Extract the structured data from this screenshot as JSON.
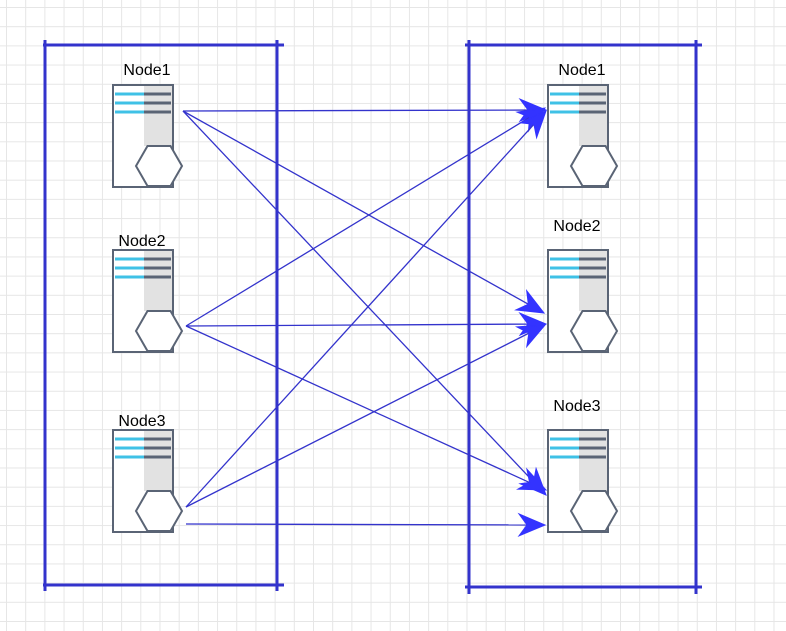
{
  "diagram": {
    "colors": {
      "container_line": "#3333cc",
      "edge": "#3333cc",
      "arrowhead": "#3333ff",
      "server_outline": "#5a6475",
      "server_stripe": "#3fc1e6",
      "server_bar": "#5a6475",
      "server_shade": "#e2e2e2"
    },
    "icon": "server-icon",
    "left_group": {
      "nodes": [
        {
          "id": "L1",
          "label": "Node1"
        },
        {
          "id": "L2",
          "label": "Node2"
        },
        {
          "id": "L3",
          "label": "Node3"
        }
      ]
    },
    "right_group": {
      "nodes": [
        {
          "id": "R1",
          "label": "Node1"
        },
        {
          "id": "R2",
          "label": "Node2"
        },
        {
          "id": "R3",
          "label": "Node3"
        }
      ]
    },
    "edges": [
      {
        "from": "L1",
        "to": "R1"
      },
      {
        "from": "L1",
        "to": "R2"
      },
      {
        "from": "L1",
        "to": "R3"
      },
      {
        "from": "L2",
        "to": "R1"
      },
      {
        "from": "L2",
        "to": "R2"
      },
      {
        "from": "L2",
        "to": "R3"
      },
      {
        "from": "L3",
        "to": "R1"
      },
      {
        "from": "L3",
        "to": "R2"
      },
      {
        "from": "L3",
        "to": "R3"
      }
    ]
  }
}
